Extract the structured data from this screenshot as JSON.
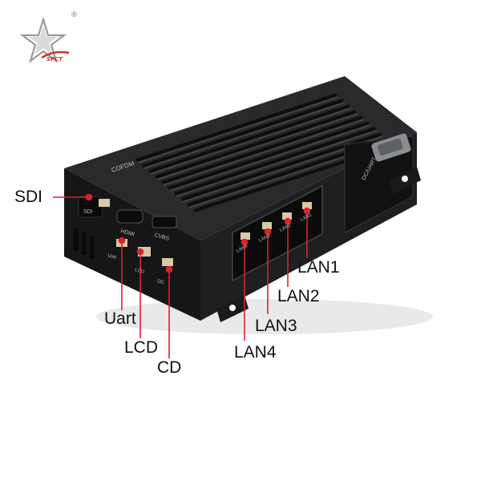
{
  "brand": {
    "logo_text": "SPCT",
    "registered_mark": "®"
  },
  "device": {
    "top_label": "COFDM",
    "side_label": "DC/UART",
    "panel_labels": [
      "SDI",
      "HDMI",
      "CVBS",
      "Uatr",
      "LCD",
      "DC",
      "LAN4",
      "LAN3",
      "LAN2",
      "LAN1"
    ]
  },
  "callouts": {
    "sdi": "SDI",
    "uart": "Uart",
    "lcd": "LCD",
    "cd": "CD",
    "lan1": "LAN1",
    "lan2": "LAN2",
    "lan3": "LAN3",
    "lan4": "LAN4"
  },
  "colors": {
    "pointer": "#d9242b",
    "device_body": "#1c1c1d",
    "background": "#ffffff"
  }
}
